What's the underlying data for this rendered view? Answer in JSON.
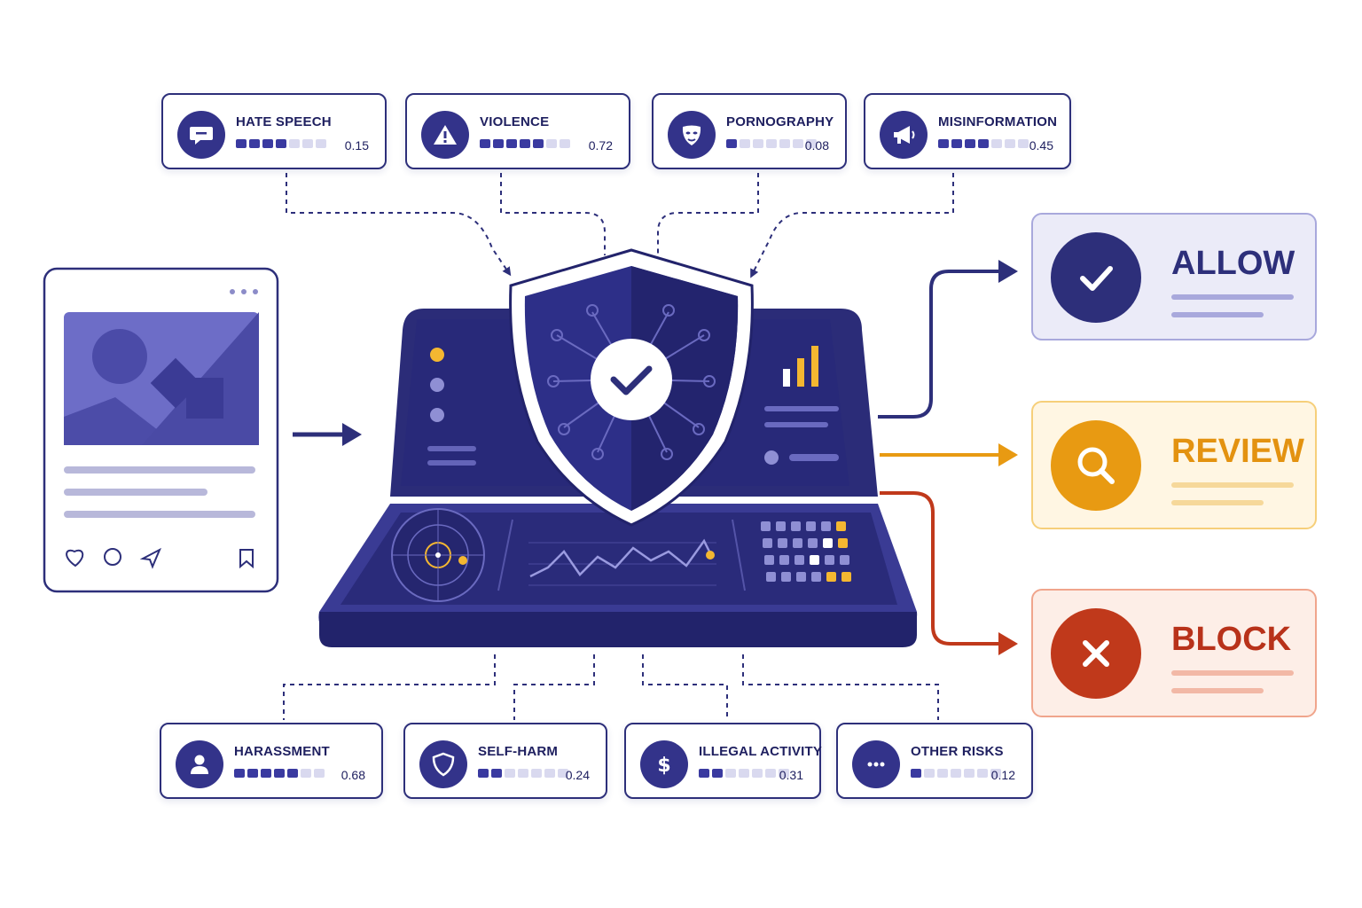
{
  "categories": [
    {
      "key": "hate",
      "label": "HATE SPEECH",
      "score": "0.15",
      "level": 4,
      "icon": "speech-bubble-icon"
    },
    {
      "key": "violence",
      "label": "VIOLENCE",
      "score": "0.72",
      "level": 5,
      "icon": "warning-icon"
    },
    {
      "key": "porn",
      "label": "PORNOGRAPHY",
      "score": "0.08",
      "level": 1,
      "icon": "mask-icon"
    },
    {
      "key": "misinfo",
      "label": "MISINFORMATION",
      "score": "0.45",
      "level": 4,
      "icon": "megaphone-icon"
    },
    {
      "key": "harass",
      "label": "HARASSMENT",
      "score": "0.68",
      "level": 5,
      "icon": "person-icon"
    },
    {
      "key": "selfharm",
      "label": "SELF-HARM",
      "score": "0.24",
      "level": 2,
      "icon": "shield-icon"
    },
    {
      "key": "illegal",
      "label": "ILLEGAL ACTIVITY",
      "score": "0.31",
      "level": 2,
      "icon": "dollar-icon"
    },
    {
      "key": "other",
      "label": "OTHER RISKS",
      "score": "0.12",
      "level": 1,
      "icon": "ellipsis-icon"
    }
  ],
  "outcomes": {
    "allow": {
      "label": "ALLOW",
      "icon": "check-icon",
      "color": "#2d2f7a"
    },
    "review": {
      "label": "REVIEW",
      "icon": "magnifier-icon",
      "color": "#e89a12"
    },
    "block": {
      "label": "BLOCK",
      "icon": "x-icon",
      "color": "#c0391b"
    }
  },
  "colors": {
    "navy": "#2d2f7a",
    "console": "#2e2f7f",
    "accent_yellow": "#f4b731"
  }
}
